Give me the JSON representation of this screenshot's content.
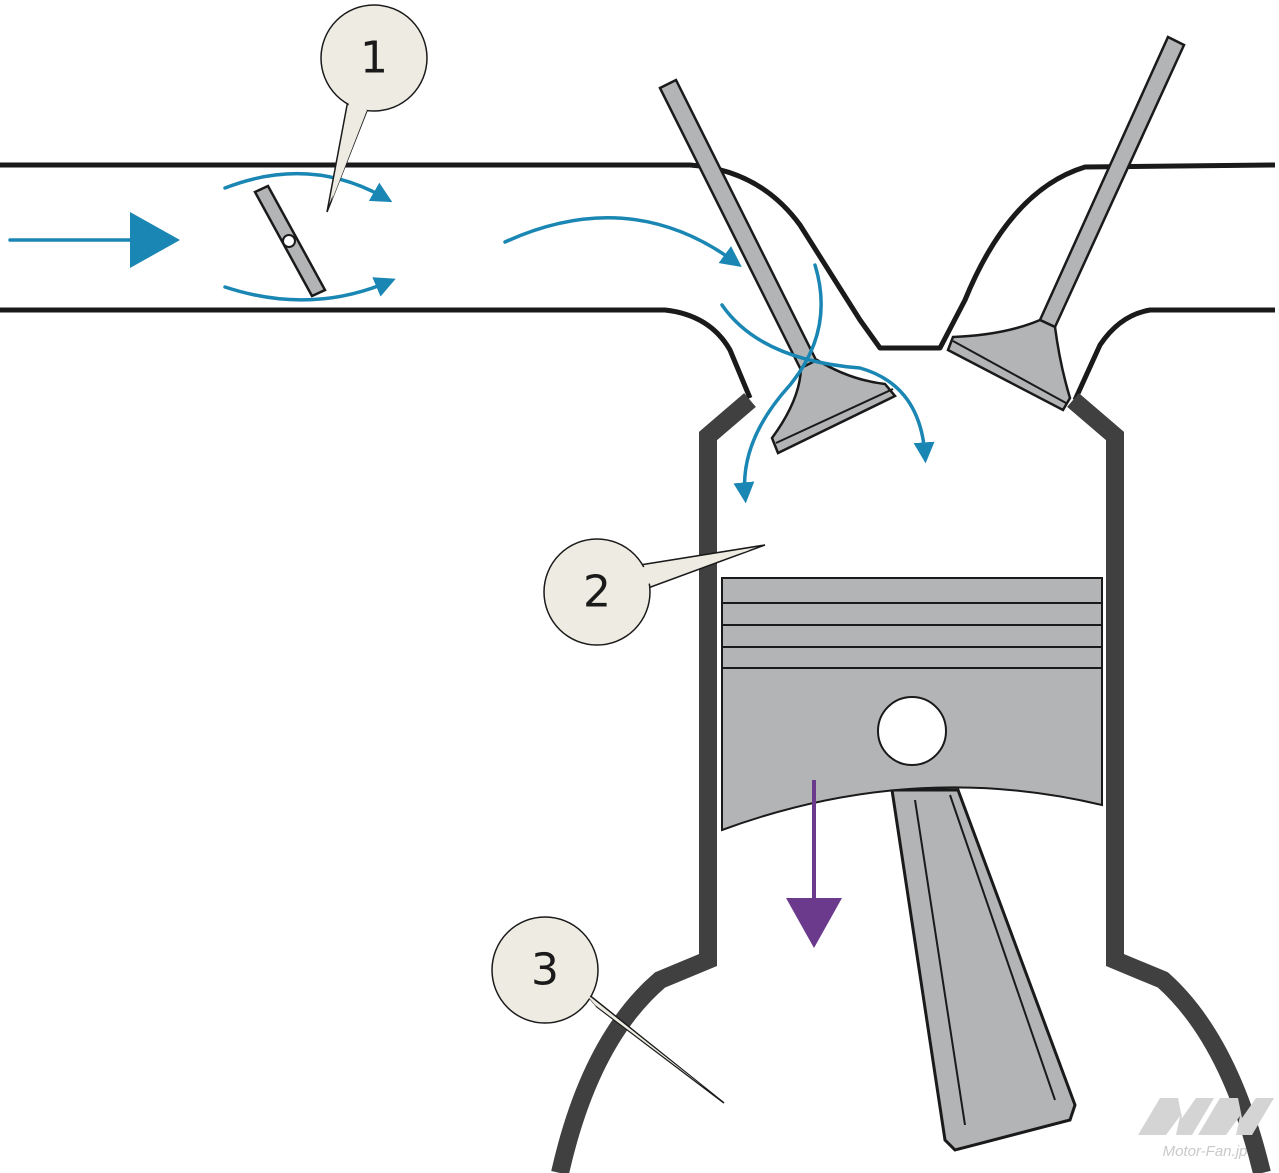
{
  "callouts": [
    {
      "id": "1",
      "label": "1"
    },
    {
      "id": "2",
      "label": "2"
    },
    {
      "id": "3",
      "label": "3"
    }
  ],
  "watermark": {
    "text": "Motor-Fan.jp"
  },
  "colors": {
    "intake_flow": "#1a86b3",
    "piston_motion": "#6b3a8c",
    "metal": "#b3b4b6",
    "wall": "#404040",
    "callout_fill": "#eeece2"
  }
}
